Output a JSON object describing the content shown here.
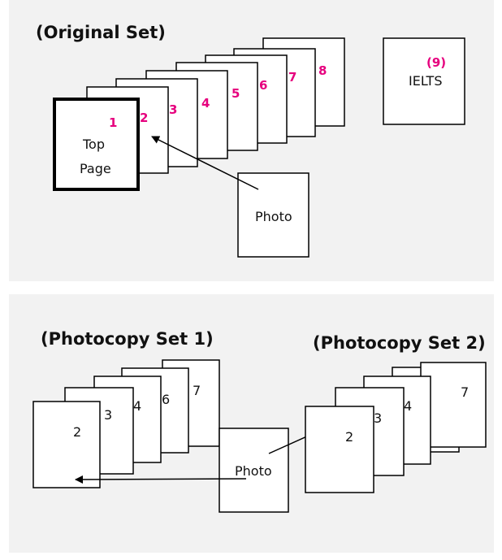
{
  "colors": {
    "panel": "#f2f2f2",
    "page_number": "#e6007e",
    "ink": "#000000"
  },
  "original_set": {
    "heading": "(Original Set)",
    "top_page_number": "1",
    "top_page_line1": "Top",
    "top_page_line2": "Page",
    "page_numbers": [
      "2",
      "3",
      "4",
      "5",
      "6",
      "7",
      "8"
    ],
    "ielts_number": "(9)",
    "ielts_label": "IELTS",
    "photo_label": "Photo"
  },
  "copy_set_1": {
    "heading": "(Photocopy Set 1)",
    "page_numbers": [
      "2",
      "3",
      "4",
      "6",
      "7"
    ]
  },
  "copy_set_2": {
    "heading": "(Photocopy Set 2)",
    "page_numbers": [
      "2",
      "3",
      "4",
      "7"
    ]
  },
  "center_photo_label": "Photo"
}
